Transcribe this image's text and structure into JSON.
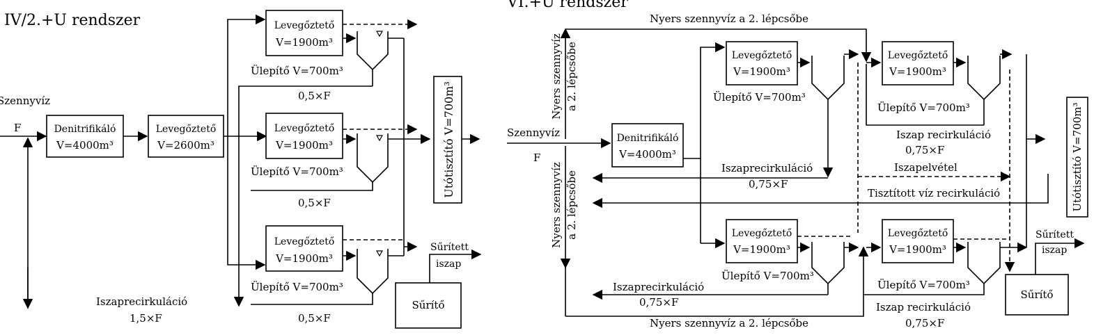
{
  "left": {
    "title": "IV/2.+U  rendszer",
    "influent": "Szennyvíz",
    "flow": "F",
    "denitrifier": {
      "name": "Denitrifikáló",
      "volume": "V=4000m³"
    },
    "aerator_main": {
      "name": "Levegőztető",
      "volume": "V=2600m³"
    },
    "aerators": [
      {
        "name": "Levegőztető",
        "volume": "V=1900m³"
      },
      {
        "name": "Levegőztető",
        "volume": "V=1900m³"
      },
      {
        "name": "Levegőztető",
        "volume": "V=1900m³"
      }
    ],
    "settler": "Ülepítő V=700m³",
    "split": "0,5×F",
    "final_clarifier": "Utótisztító V=700m³",
    "thickened_sludge": [
      "Sűrített",
      "iszap"
    ],
    "thickener": "Sűrítő",
    "recirc": "Iszaprecirkuláció",
    "recirc_flow": "1,5×F"
  },
  "right": {
    "title": "VI.+U rendszer",
    "raw_to_stage2": "Nyers szennyvíz a 2. lépcsőbe",
    "raw_vertical": [
      "Nyers szennyvíz",
      "a 2. lépcsőbe"
    ],
    "influent": "Szennyvíz",
    "flow": "F",
    "denitrifier": {
      "name": "Denitrifikáló",
      "volume": "V=4000m³"
    },
    "aerator": {
      "name": "Levegőztető",
      "volume": "V=1900m³"
    },
    "settler": "Ülepítő V=700m³",
    "recirc": "Iszaprecirkuláció",
    "recirc_spaced": "Iszap recirkuláció",
    "recirc_flow": "0,75×F",
    "sludge_withdrawal": "Iszapelvétel",
    "clean_recirc": "Tisztított víz recirkuláció",
    "final_clarifier": "Utótisztító V=700m³",
    "thickened_sludge": [
      "Sűrített",
      "iszap"
    ],
    "thickener": "Sűrítő"
  }
}
